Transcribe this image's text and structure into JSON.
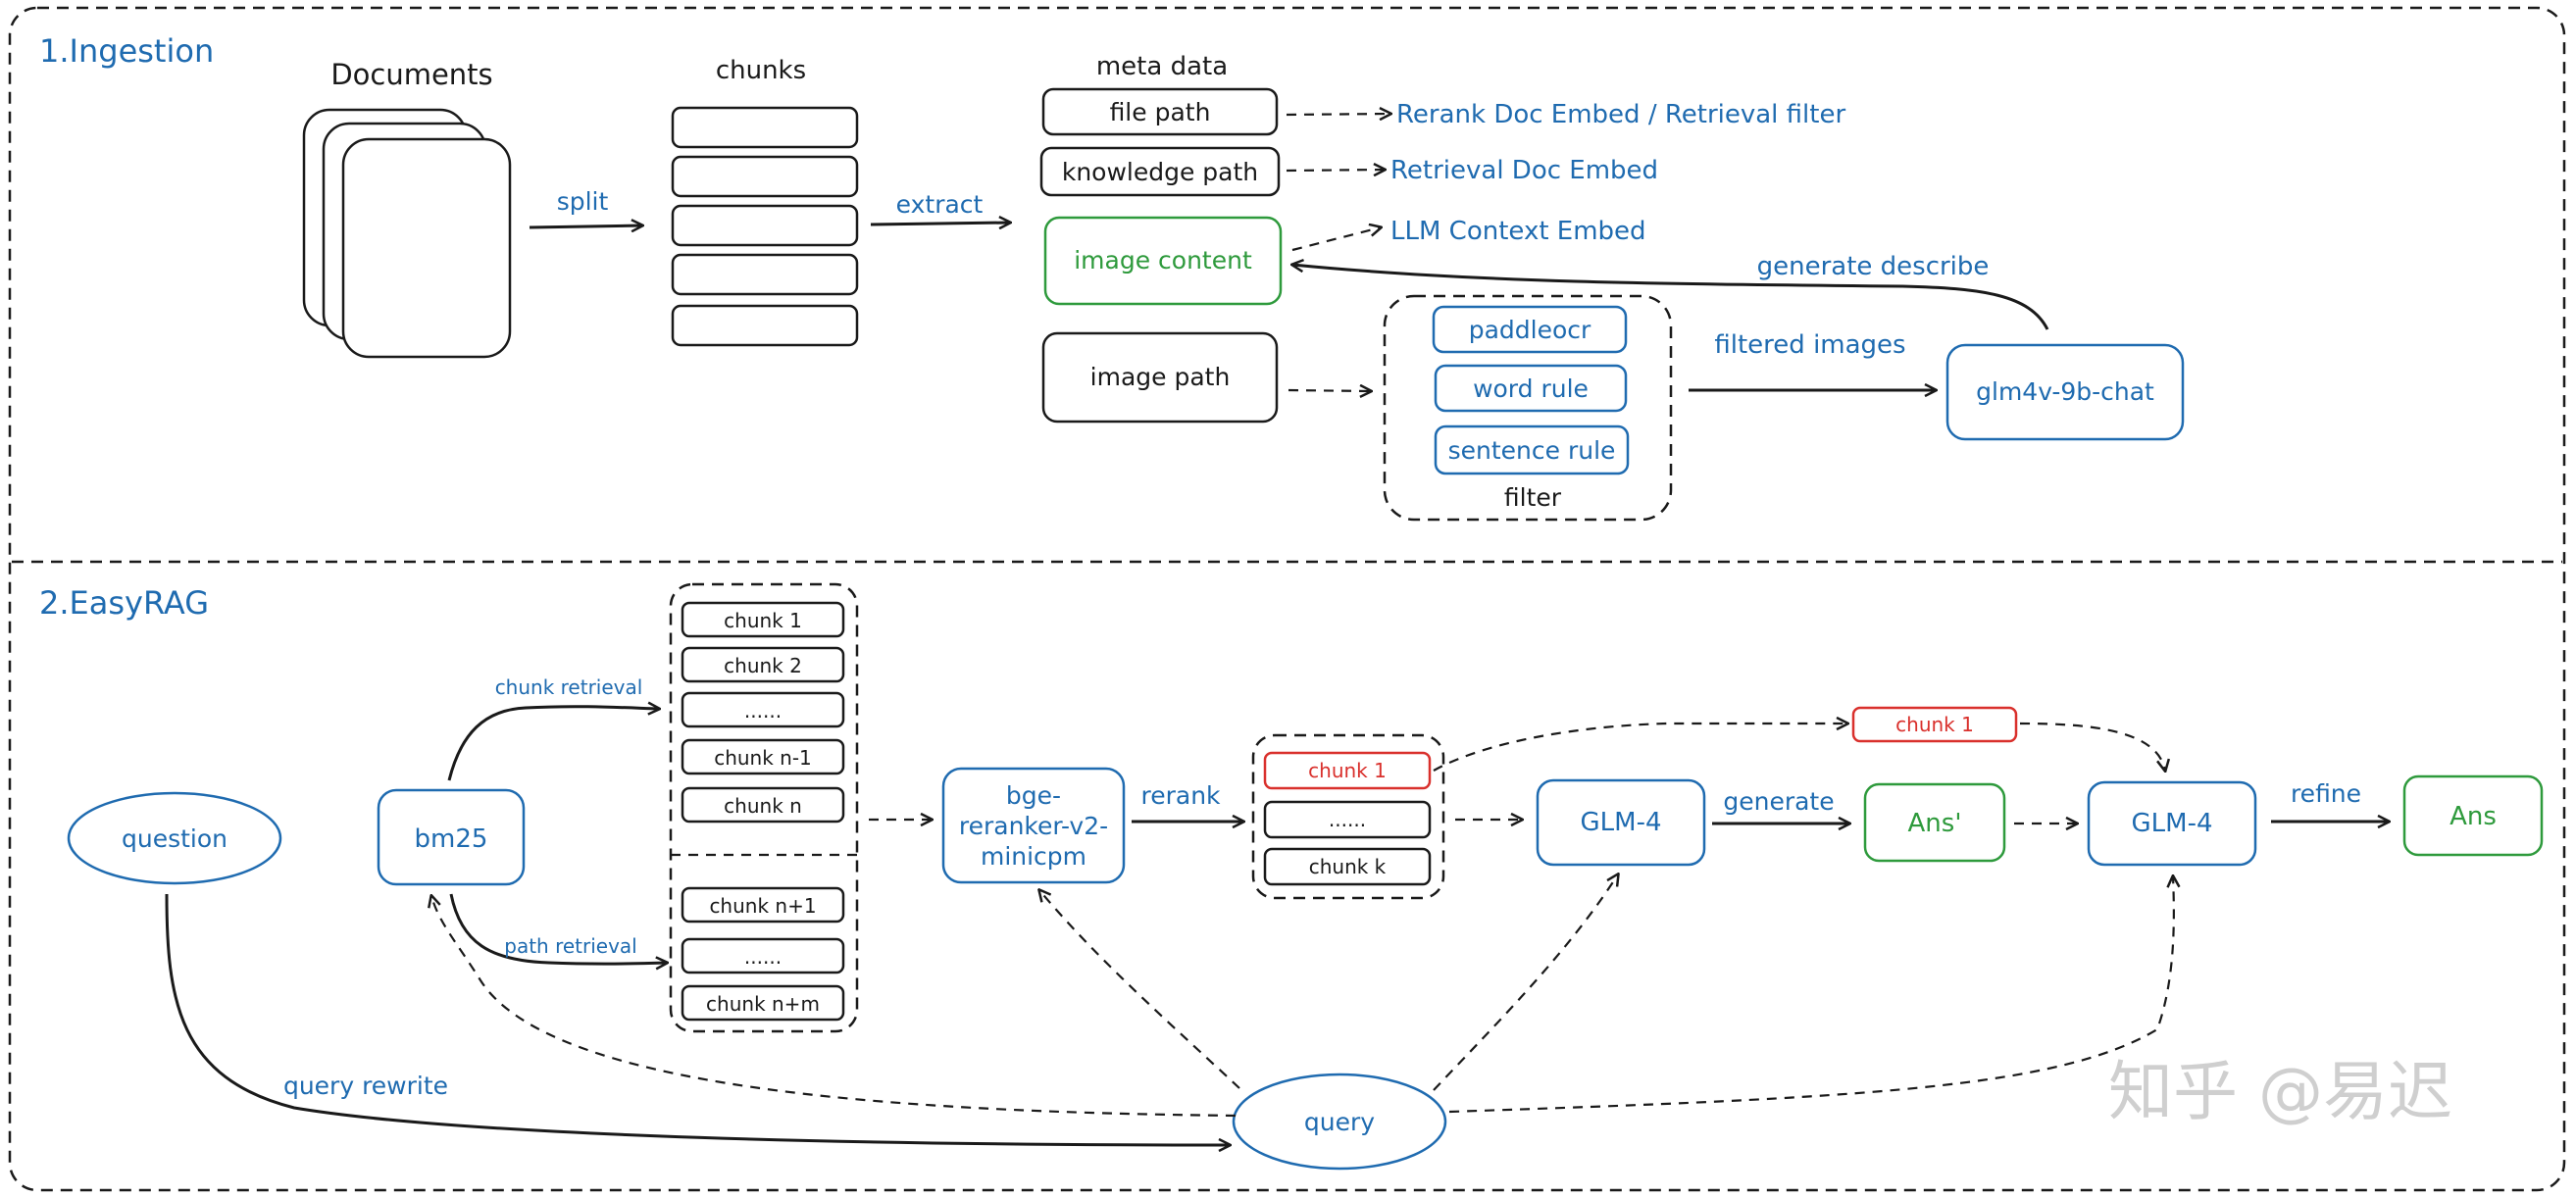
{
  "sections": {
    "ingestion": "1.Ingestion",
    "easyrag": "2.EasyRAG"
  },
  "ingestion": {
    "documents": "Documents",
    "chunks": "chunks",
    "split": "split",
    "extract": "extract",
    "meta_data": "meta data",
    "file_path": "file path",
    "knowledge_path": "knowledge path",
    "image_content": "image content",
    "image_path": "image path",
    "rerank_doc_embed": "Rerank Doc Embed  / Retrieval filter",
    "retrieval_doc_embed": "Retrieval Doc Embed",
    "llm_context_embed": "LLM Context Embed",
    "generate_describe": "generate describe",
    "filter_items": [
      "paddleocr",
      "word rule",
      "sentence rule"
    ],
    "filter_label": "filter",
    "filtered_images": "filtered images",
    "glm4v": "glm4v-9b-chat"
  },
  "easyrag": {
    "question": "question",
    "bm25": "bm25",
    "chunk_retrieval": "chunk retrieval",
    "path_retrieval": "path retrieval",
    "chunks_top": [
      "chunk 1",
      "chunk 2",
      "......",
      "chunk n-1",
      "chunk n"
    ],
    "chunks_bottom": [
      "chunk n+1",
      "......",
      "chunk n+m"
    ],
    "reranker": [
      "bge-",
      "reranker-v2-",
      "minicpm"
    ],
    "rerank": "rerank",
    "ranked": [
      "chunk 1",
      "......",
      "chunk k"
    ],
    "glm4_a": "GLM-4",
    "generate": "generate",
    "ans_prime": "Ans'",
    "chunk1_top": "chunk 1",
    "glm4_b": "GLM-4",
    "refine": "refine",
    "ans": "Ans",
    "query": "query",
    "query_rewrite": "query rewrite"
  },
  "watermark": "知乎 @易迟"
}
